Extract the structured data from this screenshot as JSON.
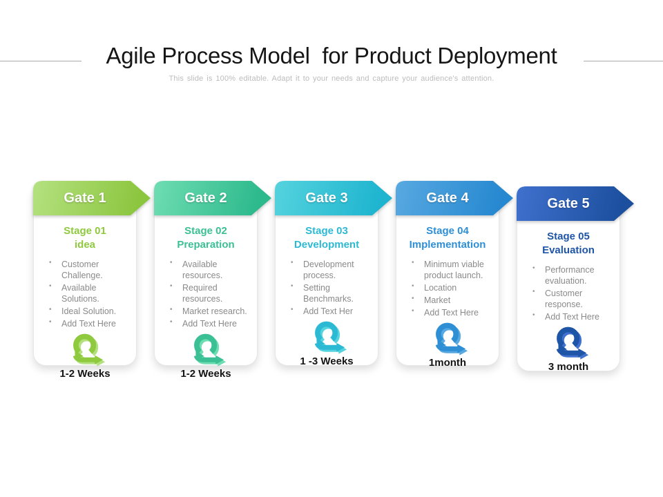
{
  "slide": {
    "title": "Agile Process Model  for Product Deployment",
    "subtitle": "This slide is 100% editable. Adapt it to your needs and capture your audience's attention."
  },
  "stages": [
    {
      "gate_label": "Gate 1",
      "stage_line1": "Stage 01",
      "stage_line2": "idea",
      "bullets": [
        "Customer Challenge.",
        "Available Solutions.",
        "Ideal Solution.",
        "Add Text Here"
      ],
      "duration": "1-2 Weeks",
      "icon": "agile-sprint-loop-icon",
      "colors": {
        "gradient_light": "#b4e180",
        "gradient_dark": "#8cc63f",
        "accent": "#8fc93e"
      }
    },
    {
      "gate_label": "Gate 2",
      "stage_line1": "Stage 02",
      "stage_line2": "Preparation",
      "bullets": [
        "Available resources.",
        "Required resources.",
        "Market research.",
        "Add Text Here"
      ],
      "duration": "1-2 Weeks",
      "icon": "agile-sprint-loop-icon",
      "colors": {
        "gradient_light": "#6fddb2",
        "gradient_dark": "#2cb98c",
        "accent": "#3bbf94"
      }
    },
    {
      "gate_label": "Gate 3",
      "stage_line1": "Stage 03",
      "stage_line2": "Development",
      "bullets": [
        "Development process.",
        "Setting Benchmarks.",
        "Add Text Her"
      ],
      "duration": "1 -3 Weeks",
      "icon": "agile-sprint-loop-icon",
      "colors": {
        "gradient_light": "#55d3de",
        "gradient_dark": "#1eb4cf",
        "accent": "#2cb9d4"
      }
    },
    {
      "gate_label": "Gate 4",
      "stage_line1": "Stage 04",
      "stage_line2": "Implementation",
      "bullets": [
        "Minimum viable product launch.",
        "Location",
        "Market",
        "Add Text Here"
      ],
      "duration": "1month",
      "icon": "agile-sprint-loop-icon",
      "colors": {
        "gradient_light": "#58a9e1",
        "gradient_dark": "#2688d0",
        "accent": "#2e8fd5"
      }
    },
    {
      "gate_label": "Gate 5",
      "stage_line1": "Stage 05",
      "stage_line2": "Evaluation",
      "bullets": [
        "Performance evaluation.",
        "Customer response.",
        "Add Text Here"
      ],
      "duration": "3 month",
      "icon": "agile-sprint-loop-icon",
      "colors": {
        "gradient_light": "#4071ce",
        "gradient_dark": "#1c4f9e",
        "accent": "#1e55a6"
      }
    }
  ]
}
